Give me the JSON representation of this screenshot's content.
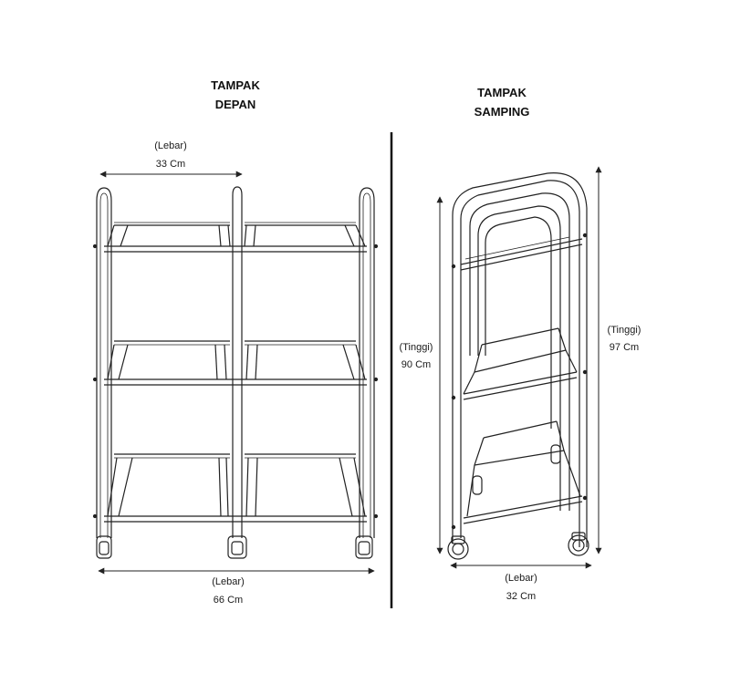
{
  "front_view": {
    "title_line1": "TAMPAK",
    "title_line2": "DEPAN",
    "top_width_label": "(Lebar)",
    "top_width_value": "33 Cm",
    "bottom_width_label": "(Lebar)",
    "bottom_width_value": "66 Cm"
  },
  "side_view": {
    "title_line1": "TAMPAK",
    "title_line2": "SAMPING",
    "left_height_label": "(Tinggi)",
    "left_height_value": "90 Cm",
    "right_height_label": "(Tinggi)",
    "right_height_value": "97 Cm",
    "bottom_width_label": "(Lebar)",
    "bottom_width_value": "32 Cm"
  },
  "colors": {
    "line": "#222222",
    "divider": "#111111"
  }
}
